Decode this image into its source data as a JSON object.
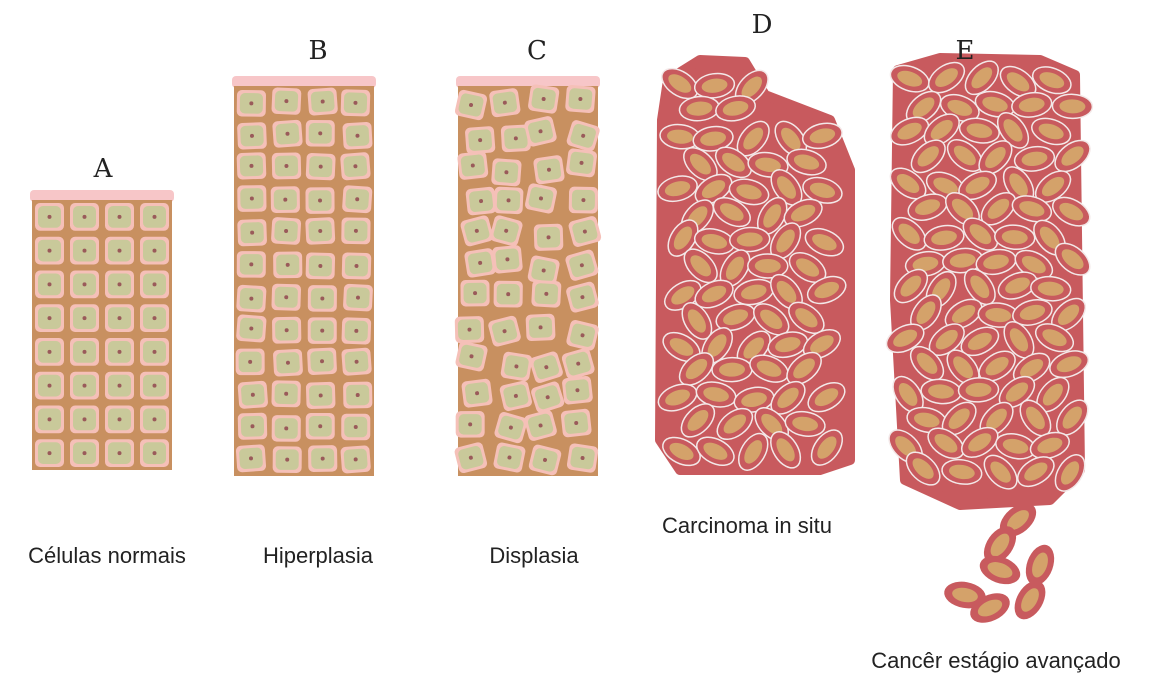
{
  "panels": [
    {
      "letter": "A",
      "caption": "Células normais"
    },
    {
      "letter": "B",
      "caption": "Hiperplasia"
    },
    {
      "letter": "C",
      "caption": "Displasia"
    },
    {
      "letter": "D",
      "caption": "Carcinoma in situ"
    },
    {
      "letter": "E",
      "caption": "Cancêr estágio avançado"
    }
  ],
  "colors": {
    "background": "#ffffff",
    "surface_layer": "#f7c6c8",
    "normal_cell_border": "#c89060",
    "normal_cytoplasm": "#f5c0b8",
    "normal_nucleus": "#c9c99a",
    "nucleolus": "#9a5a5a",
    "cancer_cell_border": "#c85a5e",
    "cancer_nucleus": "#d4a26a",
    "cancer_matrix": "#f3e8e8"
  }
}
